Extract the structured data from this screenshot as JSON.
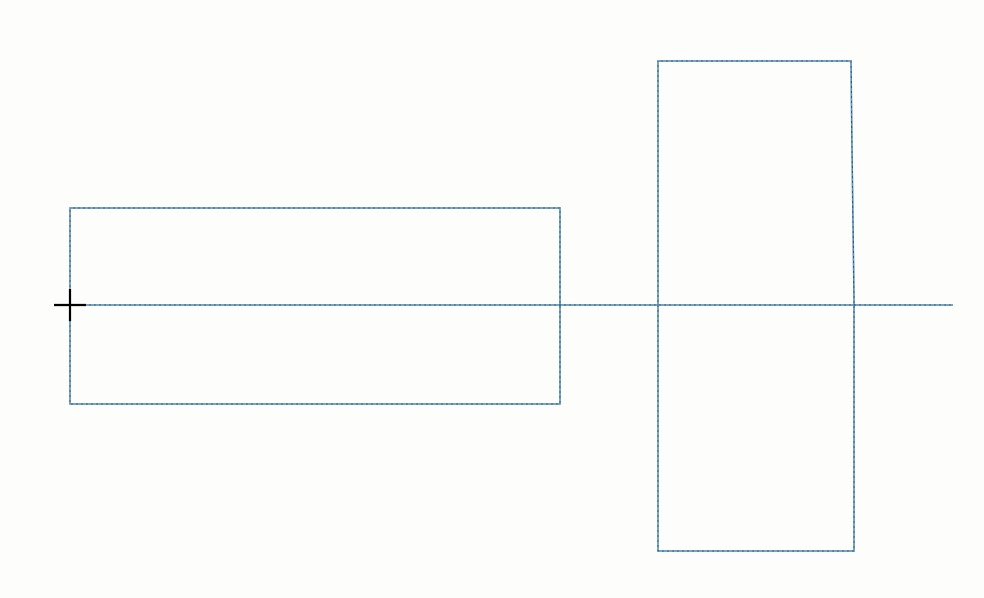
{
  "diagram": {
    "stroke_color": "#1f5f8b",
    "dash_color": "#6f97b3",
    "origin_marker_color": "#000000",
    "shapes": [
      {
        "kind": "rectangle",
        "name": "left-rectangle"
      },
      {
        "kind": "rectangle",
        "name": "right-rectangle"
      },
      {
        "kind": "line",
        "name": "horizontal-axis-line"
      }
    ],
    "origin_marker": {
      "icon": "crosshair-icon"
    }
  }
}
